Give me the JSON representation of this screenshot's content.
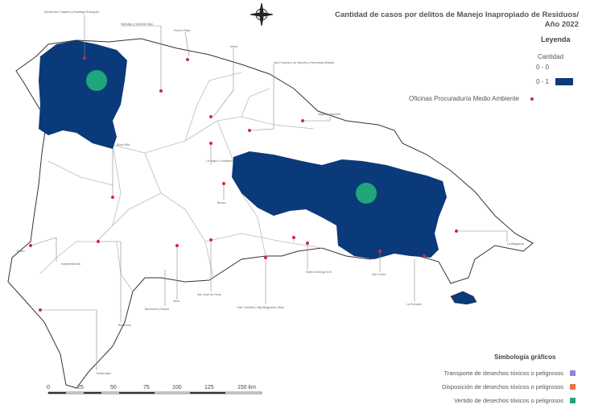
{
  "title_line1": "Cantidad de casos por delitos de Manejo Inapropiado de Residuos/",
  "title_line2": "Año 2022",
  "legend": {
    "title": "Leyenda",
    "subtitle": "Cantidad",
    "ranges": [
      {
        "label": "0 - 0",
        "color": "#ffffff"
      },
      {
        "label": "0 - 1",
        "color": "#0b3a7a"
      }
    ],
    "office_label": "Oficinas Procuraduría  Medio Ambiente",
    "office_color": "#cc2d3a"
  },
  "symbology": {
    "title": "Simbología gráficos",
    "items": [
      {
        "label": "Transporte de desechos tóxicos o peligrosos",
        "color": "#8f86d8"
      },
      {
        "label": "Disposición de desechos tóxicos o peligrosos",
        "color": "#e8734f"
      },
      {
        "label": "Vertido de desechos tóxicos o peligrosos",
        "color": "#1fa67a"
      }
    ]
  },
  "scale": {
    "labels": [
      "0",
      "25",
      "50",
      "75",
      "100",
      "125",
      "150 km"
    ]
  },
  "places": [
    "Montecristi, Dajabón y Santiago Rodríguez",
    "Santiago y Valverde Mao",
    "Puerto Plata",
    "Moca",
    "San Francisco de Macorís y Hermanas Mirabal",
    "Nagua y Samaná",
    "Elías Piña",
    "La Vega y Constanza",
    "Bonao",
    "Jimaní",
    "Independencia",
    "Azua",
    "San José de Ocoa",
    "Barahona y Neyba",
    "San Cristóbal, Villa Altagracia y Baní",
    "Santo Domingo D.N.",
    "San Pedro",
    "La Romana",
    "La Altagracia",
    "Pedernales",
    "Baharona"
  ],
  "colors": {
    "filled": "#0b3a7a",
    "border": "#aaaaaa",
    "coast": "#333333",
    "office": "#cc2d3a",
    "vertido": "#1fa67a"
  }
}
